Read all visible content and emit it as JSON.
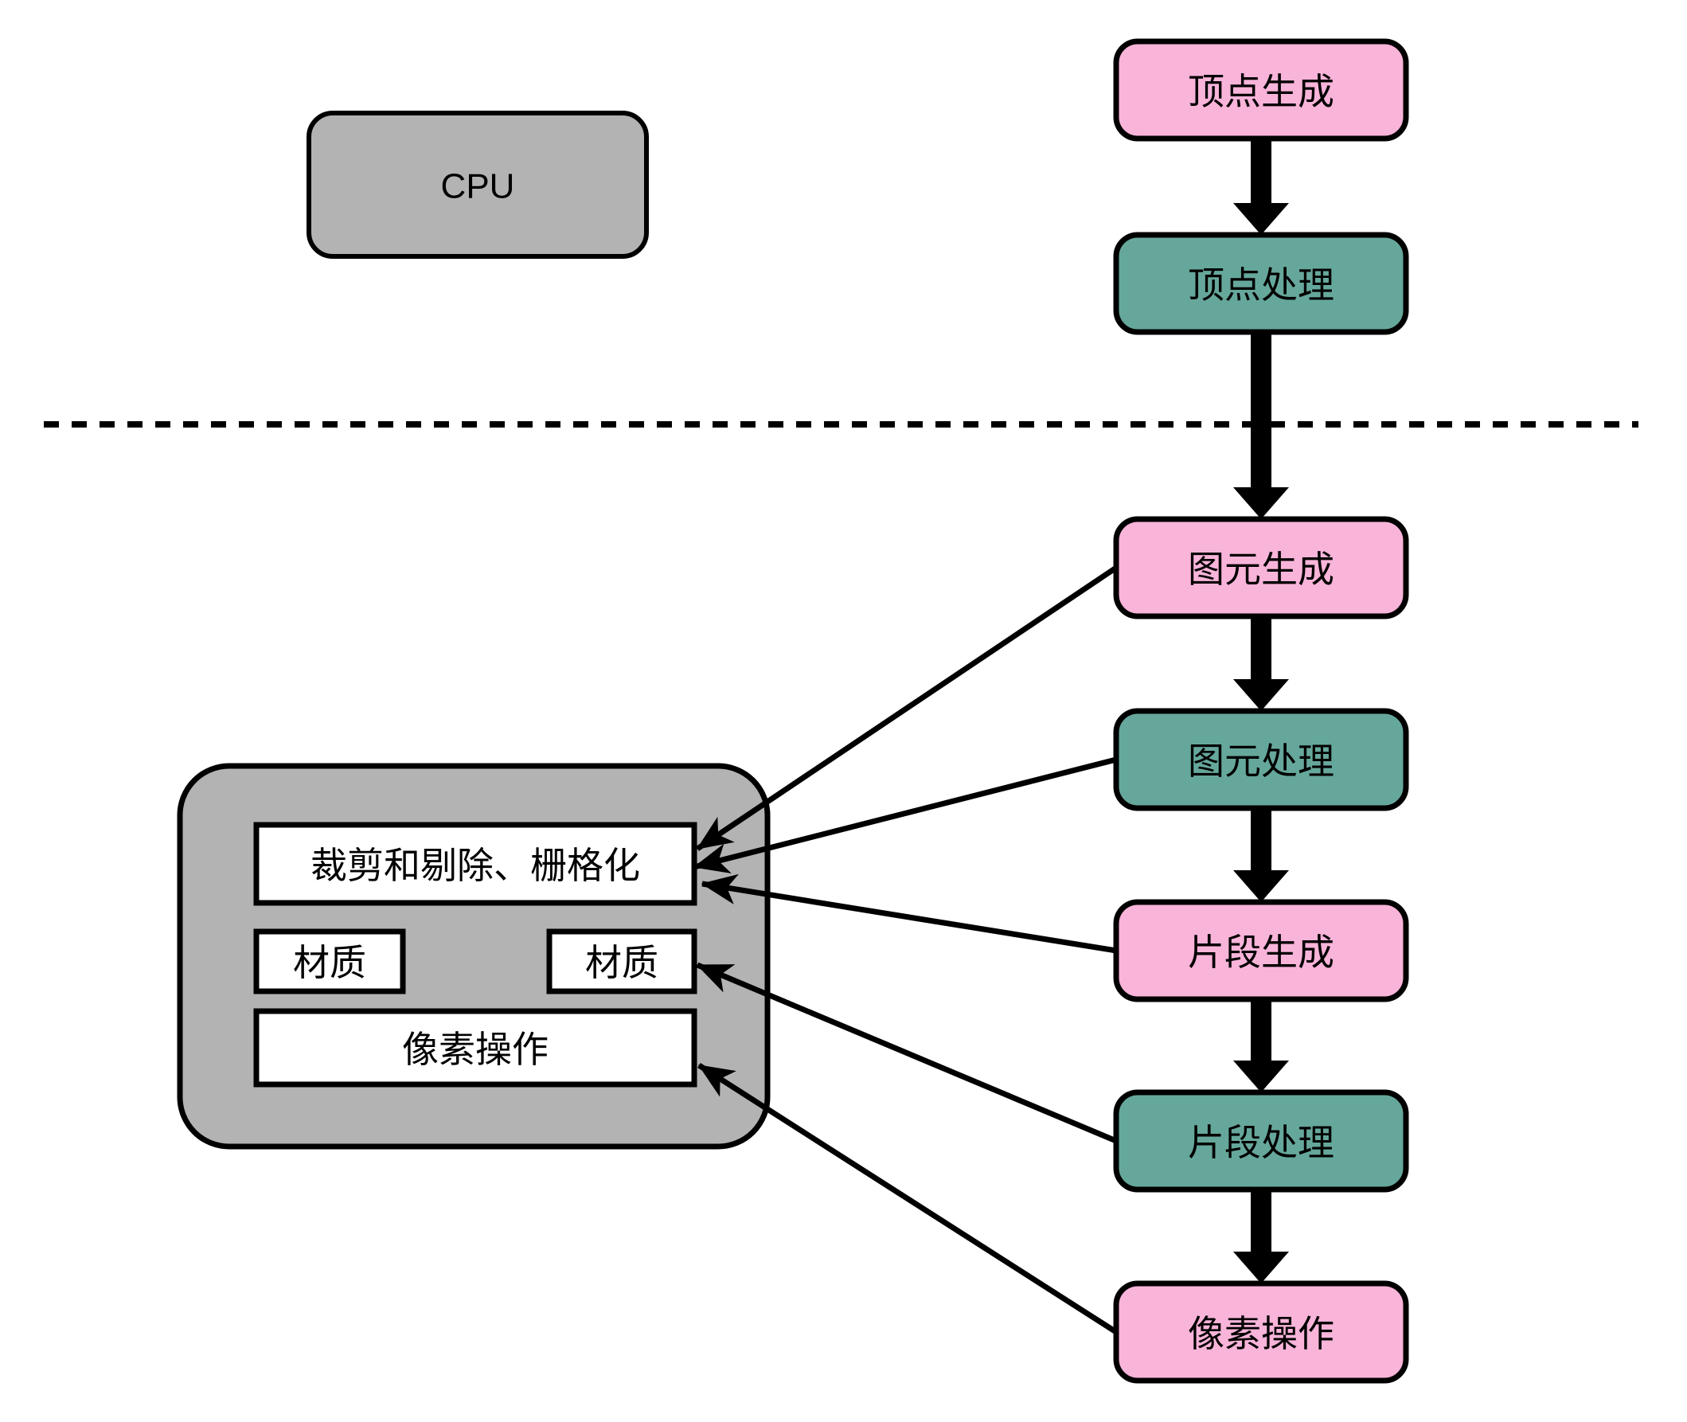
{
  "diagram": {
    "description_domain": "graphics-pipeline-flowchart",
    "cpu_box": {
      "label": "CPU"
    },
    "pipeline": {
      "boxes": [
        {
          "id": "vertex-generation",
          "label": "顶点生成",
          "color": "pink"
        },
        {
          "id": "vertex-processing",
          "label": "顶点处理",
          "color": "teal"
        },
        {
          "id": "primitive-generation",
          "label": "图元生成",
          "color": "pink"
        },
        {
          "id": "primitive-processing",
          "label": "图元处理",
          "color": "teal"
        },
        {
          "id": "fragment-generation",
          "label": "片段生成",
          "color": "pink"
        },
        {
          "id": "fragment-processing",
          "label": "片段处理",
          "color": "teal"
        },
        {
          "id": "pixel-operations",
          "label": "像素操作",
          "color": "pink"
        }
      ]
    },
    "gpu_container": {
      "clip_raster_label": "裁剪和剔除、栅格化",
      "texture_left_label": "材质",
      "texture_right_label": "材质",
      "pixel_ops_label": "像素操作"
    }
  },
  "colors": {
    "pink": "#F9B4D9",
    "teal": "#66A79B",
    "gray": "#B3B3B3",
    "white": "#FFFFFF",
    "line": "#000000",
    "background": "#FFFFFF"
  }
}
